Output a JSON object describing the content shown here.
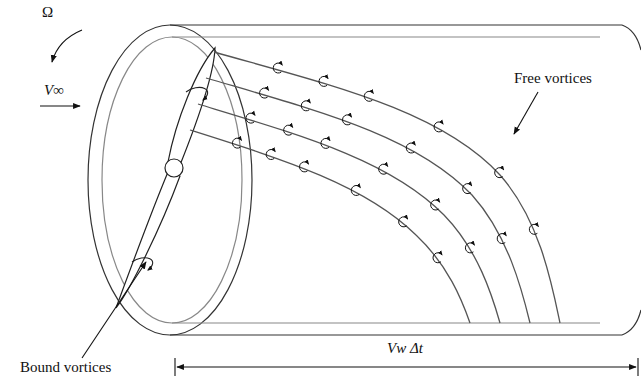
{
  "diagram": {
    "labels": [
      "Ω",
      "V∞",
      "Free vortices",
      "Bound vortices",
      "Vw Δt"
    ]
  }
}
